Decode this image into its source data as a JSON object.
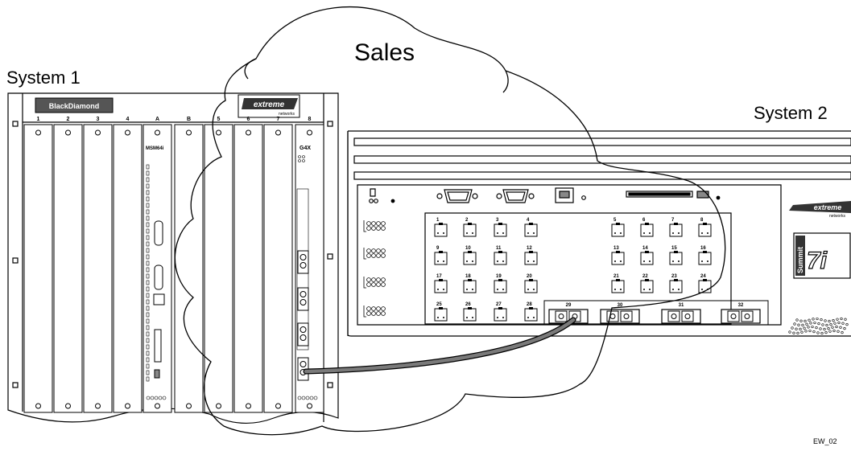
{
  "labels": {
    "system1": "System 1",
    "system2": "System 2",
    "cloud": "Sales",
    "figure_id": "EW_02"
  },
  "system1": {
    "brand": "BlackDiamond",
    "logo": "extreme",
    "logo_sub": "networks",
    "slots": [
      "1",
      "2",
      "3",
      "4",
      "A",
      "B",
      "5",
      "6",
      "7",
      "8"
    ],
    "msm_text": "MSM64i",
    "module8_text": "G4X"
  },
  "system2": {
    "logo": "extreme",
    "logo_sub": "networks",
    "model_text": "Summit",
    "model_number": "7i",
    "ports": [
      "1",
      "2",
      "3",
      "4",
      "5",
      "6",
      "7",
      "8",
      "9",
      "10",
      "11",
      "12",
      "13",
      "14",
      "15",
      "16",
      "17",
      "18",
      "19",
      "20",
      "21",
      "22",
      "23",
      "24",
      "25",
      "26",
      "27",
      "28"
    ],
    "fiber_ports": [
      "29",
      "30",
      "31",
      "32"
    ]
  },
  "colors": {
    "line": "#000000",
    "cable": "#7a7a7a",
    "bg": "#ffffff"
  }
}
